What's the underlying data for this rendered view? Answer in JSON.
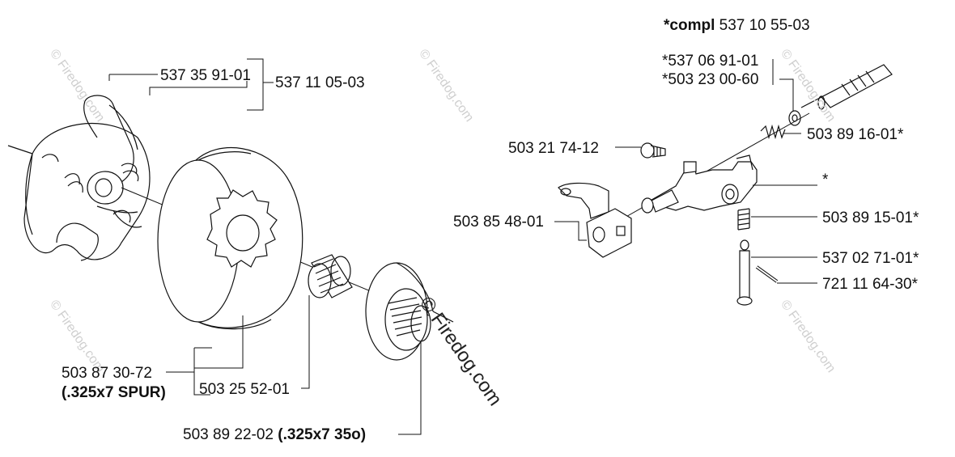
{
  "labels": {
    "compl": {
      "prefix": "*compl",
      "number": "537 10 55-03"
    },
    "p537359101": "537 35 91-01",
    "p537110503": "537 11 05-03",
    "p537069101": "*537 06 91-01",
    "p503230060": "*503 23 00-60",
    "p503891601": "503 89 16-01*",
    "p503217412": "503 21 74-12",
    "star": "*",
    "p503854801": "503 85 48-01",
    "p503891501": "503 89 15-01*",
    "p537027101": "537 02 71-01*",
    "p721116430": "721 11 64-30*",
    "p503873072": "503 87 30-72",
    "spur": "(.325x7 SPUR)",
    "p503255201": "503 25 52-01",
    "p503892202": {
      "number": "503 89 22-02",
      "suffix": "(.325x7  35o)"
    }
  },
  "watermarks": {
    "small": "© Firedog.com",
    "main": "© Firedog.com"
  }
}
